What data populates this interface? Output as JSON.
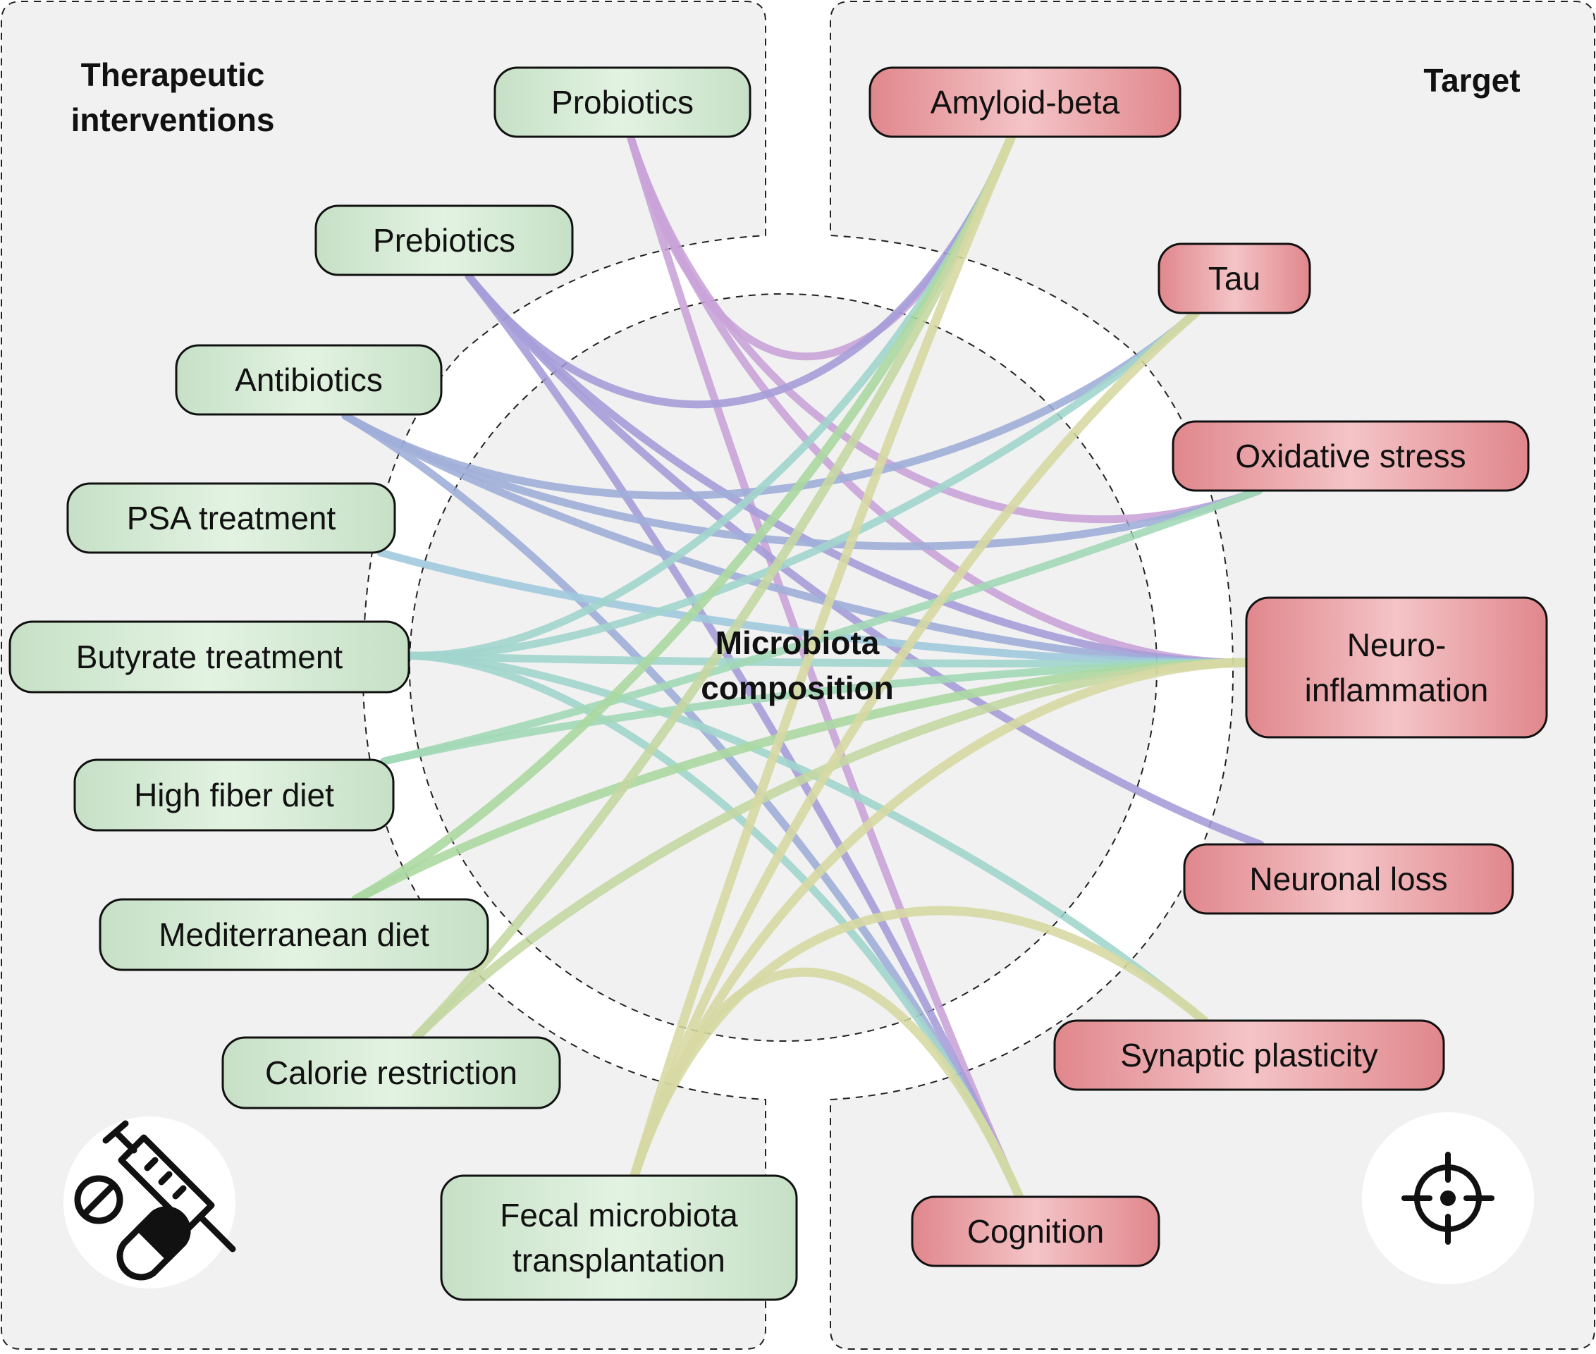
{
  "panels": {
    "left_title_line1": "Therapeutic",
    "left_title_line2": "interventions",
    "right_title": "Target"
  },
  "center": {
    "line1": "Microbiota",
    "line2": "composition"
  },
  "interventions": [
    {
      "id": "probiotics",
      "lines": [
        "Probiotics"
      ],
      "color": "#c8a0d8"
    },
    {
      "id": "prebiotics",
      "lines": [
        "Prebiotics"
      ],
      "color": "#a39ad8"
    },
    {
      "id": "antibiotics",
      "lines": [
        "Antibiotics"
      ],
      "color": "#9cacd8"
    },
    {
      "id": "psa",
      "lines": [
        "PSA treatment"
      ],
      "color": "#9cc8dc"
    },
    {
      "id": "butyrate",
      "lines": [
        "Butyrate treatment"
      ],
      "color": "#9dd4cc"
    },
    {
      "id": "fiber",
      "lines": [
        "High fiber diet"
      ],
      "color": "#9fd8b4"
    },
    {
      "id": "mediterranean",
      "lines": [
        "Mediterranean diet"
      ],
      "color": "#a9d89e"
    },
    {
      "id": "calorie",
      "lines": [
        "Calorie restriction"
      ],
      "color": "#c3d6a0"
    },
    {
      "id": "fmt",
      "lines": [
        "Fecal microbiota",
        "transplantation"
      ],
      "color": "#d6d8a0"
    }
  ],
  "targets": [
    {
      "id": "amyloid",
      "lines": [
        "Amyloid-beta"
      ]
    },
    {
      "id": "tau",
      "lines": [
        "Tau"
      ]
    },
    {
      "id": "oxidative",
      "lines": [
        "Oxidative stress"
      ]
    },
    {
      "id": "neuroinflammation",
      "lines": [
        "Neuro-",
        "inflammation"
      ]
    },
    {
      "id": "neuronal",
      "lines": [
        "Neuronal loss"
      ]
    },
    {
      "id": "synaptic",
      "lines": [
        "Synaptic plasticity"
      ]
    },
    {
      "id": "cognition",
      "lines": [
        "Cognition"
      ]
    }
  ],
  "links": [
    {
      "from": "probiotics",
      "to": "amyloid"
    },
    {
      "from": "probiotics",
      "to": "oxidative"
    },
    {
      "from": "probiotics",
      "to": "neuroinflammation"
    },
    {
      "from": "probiotics",
      "to": "cognition"
    },
    {
      "from": "prebiotics",
      "to": "amyloid"
    },
    {
      "from": "prebiotics",
      "to": "neuroinflammation"
    },
    {
      "from": "prebiotics",
      "to": "neuronal"
    },
    {
      "from": "prebiotics",
      "to": "cognition"
    },
    {
      "from": "antibiotics",
      "to": "tau"
    },
    {
      "from": "antibiotics",
      "to": "oxidative"
    },
    {
      "from": "antibiotics",
      "to": "neuroinflammation"
    },
    {
      "from": "antibiotics",
      "to": "cognition"
    },
    {
      "from": "psa",
      "to": "neuroinflammation"
    },
    {
      "from": "butyrate",
      "to": "amyloid"
    },
    {
      "from": "butyrate",
      "to": "tau"
    },
    {
      "from": "butyrate",
      "to": "neuroinflammation"
    },
    {
      "from": "butyrate",
      "to": "synaptic"
    },
    {
      "from": "butyrate",
      "to": "cognition"
    },
    {
      "from": "fiber",
      "to": "oxidative"
    },
    {
      "from": "fiber",
      "to": "neuroinflammation"
    },
    {
      "from": "mediterranean",
      "to": "amyloid"
    },
    {
      "from": "mediterranean",
      "to": "neuroinflammation"
    },
    {
      "from": "calorie",
      "to": "amyloid"
    },
    {
      "from": "calorie",
      "to": "neuroinflammation"
    },
    {
      "from": "fmt",
      "to": "amyloid"
    },
    {
      "from": "fmt",
      "to": "tau"
    },
    {
      "from": "fmt",
      "to": "neuroinflammation"
    },
    {
      "from": "fmt",
      "to": "synaptic"
    },
    {
      "from": "fmt",
      "to": "cognition"
    }
  ],
  "icons": {
    "left": "syringe-and-pills-icon",
    "right": "crosshair-target-icon"
  },
  "colors": {
    "intervention_fill": "#cfe6cf",
    "intervention_fill_light": "#e6f4e6",
    "target_fill": "#e69a9e",
    "target_fill_light": "#f5c9cc",
    "panel_bg": "#f1f1f1"
  }
}
